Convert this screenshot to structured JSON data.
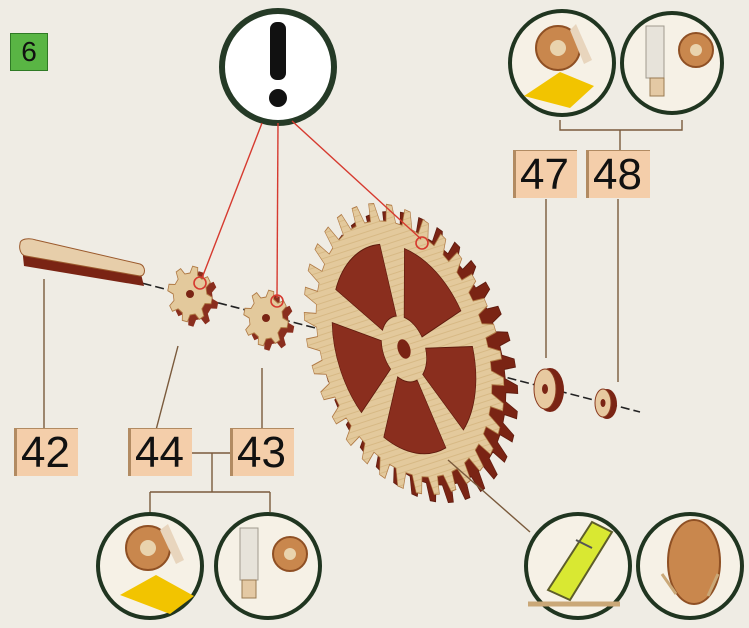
{
  "step": {
    "number": "6"
  },
  "attention": {
    "icon": "exclamation-icon"
  },
  "parts": [
    {
      "id": "42",
      "name": "crank-handle"
    },
    {
      "id": "44",
      "name": "small-pinion"
    },
    {
      "id": "43",
      "name": "small-pinion"
    },
    {
      "id": "47",
      "name": "spacer"
    },
    {
      "id": "48",
      "name": "spacer"
    }
  ],
  "colors": {
    "background": "#efece4",
    "wood_face": "#e3c99c",
    "wood_edge": "#8a2e1e",
    "callout_line": "#d63a2f",
    "leader_line": "#7a5a3c",
    "step_badge": "#59b544",
    "label_bg": "#f4ceaa"
  }
}
